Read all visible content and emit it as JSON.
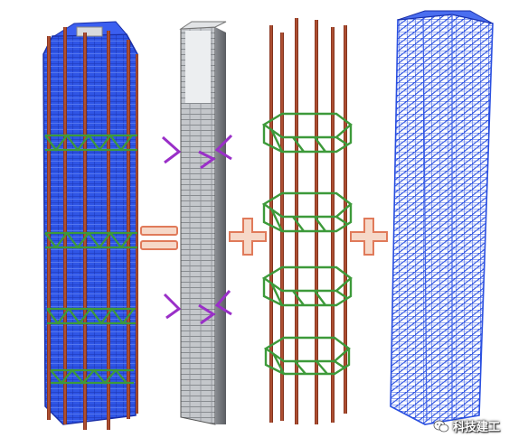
{
  "diagram": {
    "components": [
      {
        "name": "complete-tower-model",
        "icon": "building-icon"
      },
      {
        "name": "core-tube",
        "icon": "building-icon"
      },
      {
        "name": "mega-columns-and-belt-trusses",
        "icon": "building-icon"
      },
      {
        "name": "steel-floor-frame",
        "icon": "building-icon"
      }
    ],
    "operators": [
      "=",
      "+",
      "+"
    ],
    "colors": {
      "frame_blue": "#2a4fe0",
      "frame_blue_dark": "#1a2fa8",
      "column_red": "#a8432a",
      "truss_green": "#3d9a3a",
      "core_gray": "#b9bcc0",
      "brace_purple": "#9a2fc8",
      "operator_fill": "#f6d8c8",
      "operator_stroke": "#e07a5a"
    }
  },
  "watermark": {
    "text": "科技建工",
    "icon": "wechat-icon"
  }
}
